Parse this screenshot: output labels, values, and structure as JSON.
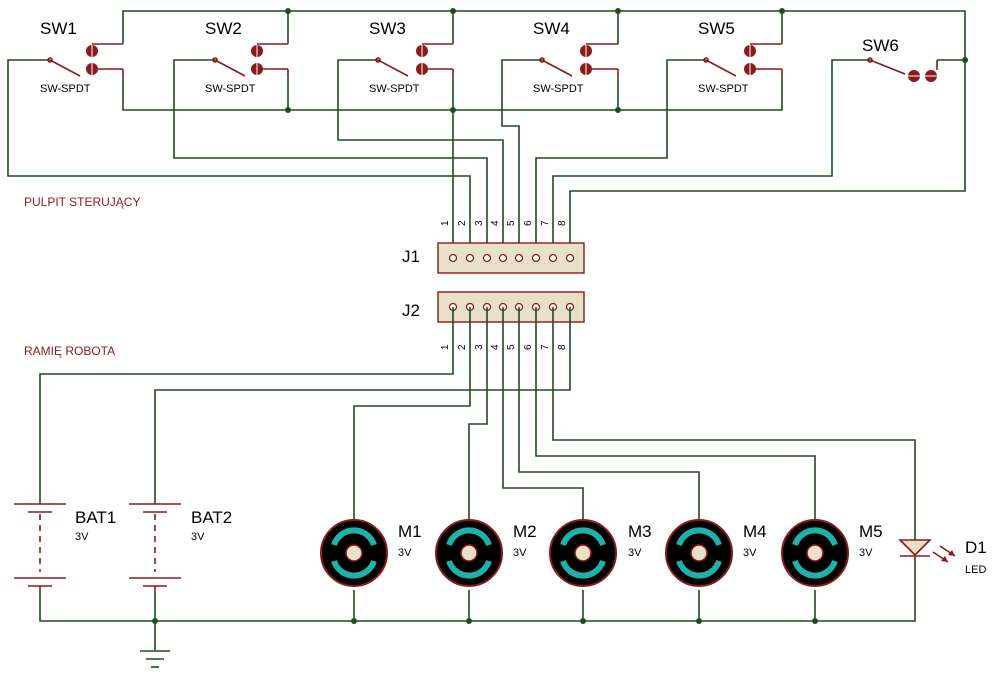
{
  "switches": [
    {
      "name": "SW1",
      "type": "SW-SPDT"
    },
    {
      "name": "SW2",
      "type": "SW-SPDT"
    },
    {
      "name": "SW3",
      "type": "SW-SPDT"
    },
    {
      "name": "SW4",
      "type": "SW-SPDT"
    },
    {
      "name": "SW5",
      "type": "SW-SPDT"
    },
    {
      "name": "SW6",
      "type": ""
    }
  ],
  "sections": {
    "top": "PULPIT STERUJĄCY",
    "bottom": "RAMIĘ ROBOTA"
  },
  "connectors": {
    "j1": "J1",
    "j2": "J2",
    "pins": [
      "1",
      "2",
      "3",
      "4",
      "5",
      "6",
      "7",
      "8"
    ]
  },
  "batteries": [
    {
      "name": "BAT1",
      "value": "3V"
    },
    {
      "name": "BAT2",
      "value": "3V"
    }
  ],
  "motors": [
    {
      "name": "M1",
      "value": "3V"
    },
    {
      "name": "M2",
      "value": "3V"
    },
    {
      "name": "M3",
      "value": "3V"
    },
    {
      "name": "M4",
      "value": "3V"
    },
    {
      "name": "M5",
      "value": "3V"
    }
  ],
  "led": {
    "name": "D1",
    "type": "LED"
  },
  "colors": {
    "wire": "#1e4d1e",
    "component": "#8b1a1a",
    "motor_teal": "#20b2aa",
    "connector_fill": "#e8e0c8"
  }
}
